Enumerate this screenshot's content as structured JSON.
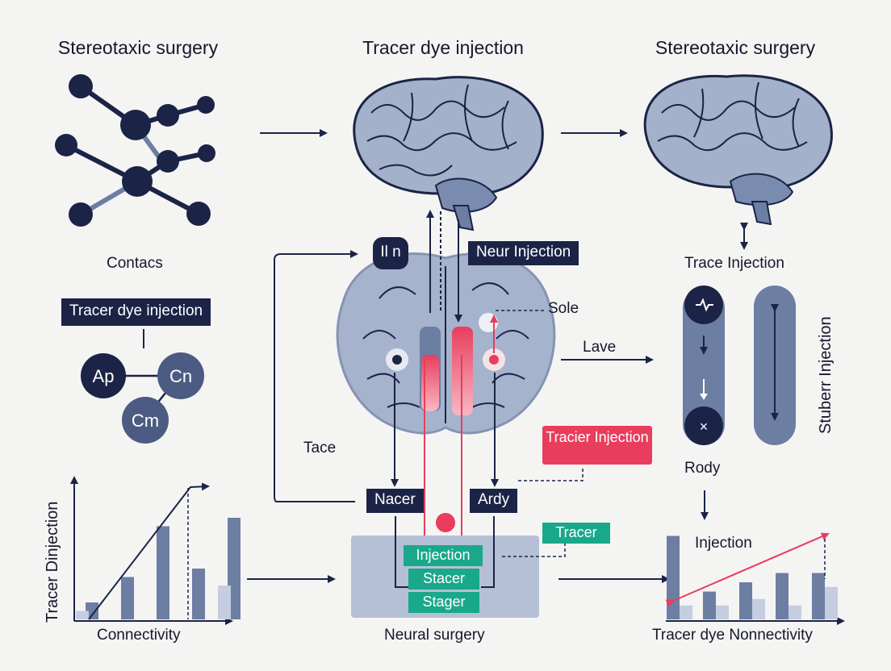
{
  "titles": {
    "left": "Stereotaxic surgery",
    "center": "Tracer dye injection",
    "right": "Stereotaxic surgery"
  },
  "labels": {
    "contacs": "Contacs",
    "trace_injection": "Trace Injection",
    "sole": "Sole",
    "lave": "Lave",
    "tace": "Tace",
    "rody": "Rody",
    "injection": "Injection",
    "stuberr_injection": "Stuberr Injection",
    "neural_surgery": "Neural surgery",
    "connectivity": "Connectivity",
    "tracer_dinjection": "Tracer Dinjection",
    "tracer_dye_nonnectivity": "Tracer dye Nonnectivity"
  },
  "boxes": {
    "tracer_dye_injection": "Tracer dye injection",
    "iln": "Il n",
    "neur_injection": "Neur Injection",
    "nacer": "Nacer",
    "ardy": "Ardy",
    "tracier_injection": "Tracier Injection",
    "tracer": "Tracer",
    "injection": "Injection",
    "stacer": "Stacer",
    "stager": "Stager"
  },
  "nodes": {
    "ap": "Ap",
    "cn": "Cn",
    "cm": "Cm"
  },
  "colors": {
    "navy": "#1b2446",
    "slate": "#6d7ea3",
    "brain": "#94a3bf",
    "red": "#e83d5c",
    "green": "#19a88a"
  },
  "chart_data": [
    {
      "type": "bar",
      "title": "",
      "xlabel": "Connectivity",
      "ylabel": "Tracer Dinjection",
      "series": [
        {
          "values": [
            2,
            5,
            11,
            6,
            12
          ]
        },
        {
          "values": [
            1,
            0,
            0,
            0,
            4
          ]
        }
      ]
    },
    {
      "type": "bar",
      "title": "",
      "xlabel": "Tracer dye Nonnectivity",
      "ylabel": "",
      "series": [
        {
          "values": [
            9,
            3,
            4,
            5,
            5
          ]
        },
        {
          "values": [
            1.5,
            1.5,
            2.2,
            1.5,
            3.5
          ]
        }
      ]
    }
  ]
}
